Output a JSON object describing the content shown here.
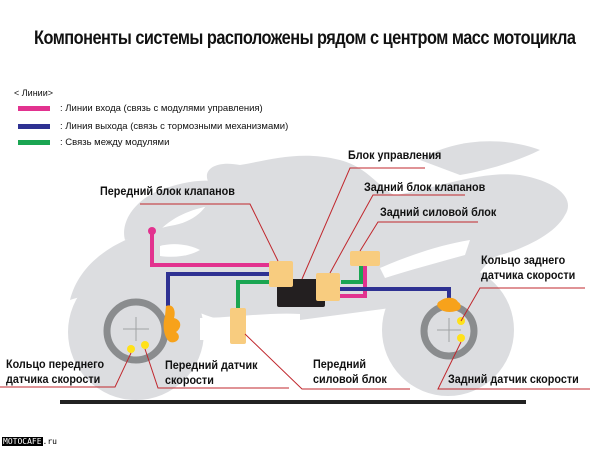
{
  "title": "Компоненты системы расположены рядом с центром масс мотоцикла",
  "legend": {
    "heading": "< Линии>",
    "items": [
      {
        "label": ": Линии входа (связь с модулями управления)",
        "color": "#e2328f"
      },
      {
        "label": ": Линия выхода (связь с тормозными механизмами)",
        "color": "#2e3192"
      },
      {
        "label": ": Связь между модулями",
        "color": "#1aa552"
      }
    ]
  },
  "colors": {
    "silhouette": "#dcdde0",
    "module": "#f8cc7f",
    "control_unit": "#231f20",
    "leader": "#c0272d",
    "ring": "#8a8c8e",
    "caliper": "#f7a21b",
    "sensor": "#ffe11a",
    "ground": "#222222"
  },
  "labels": {
    "control_unit": "Блок управления",
    "front_valve_block": "Передний блок клапанов",
    "rear_valve_block": "Задний блок клапанов",
    "rear_power_block": "Задний силовой блок",
    "rear_ring_line1": "Кольцо заднего",
    "rear_ring_line2": "датчика скорости",
    "front_ring_line1": "Кольцо переднего",
    "front_ring_line2": "датчика скорости",
    "front_sensor_line1": "Передний датчик",
    "front_sensor_line2": "скорости",
    "front_power_line1": "Передний",
    "front_power_line2": "силовой блок",
    "rear_sensor": "Задний датчик скорости"
  },
  "watermark": {
    "brand": "MOTOCAFE",
    "suffix": ".ru"
  }
}
